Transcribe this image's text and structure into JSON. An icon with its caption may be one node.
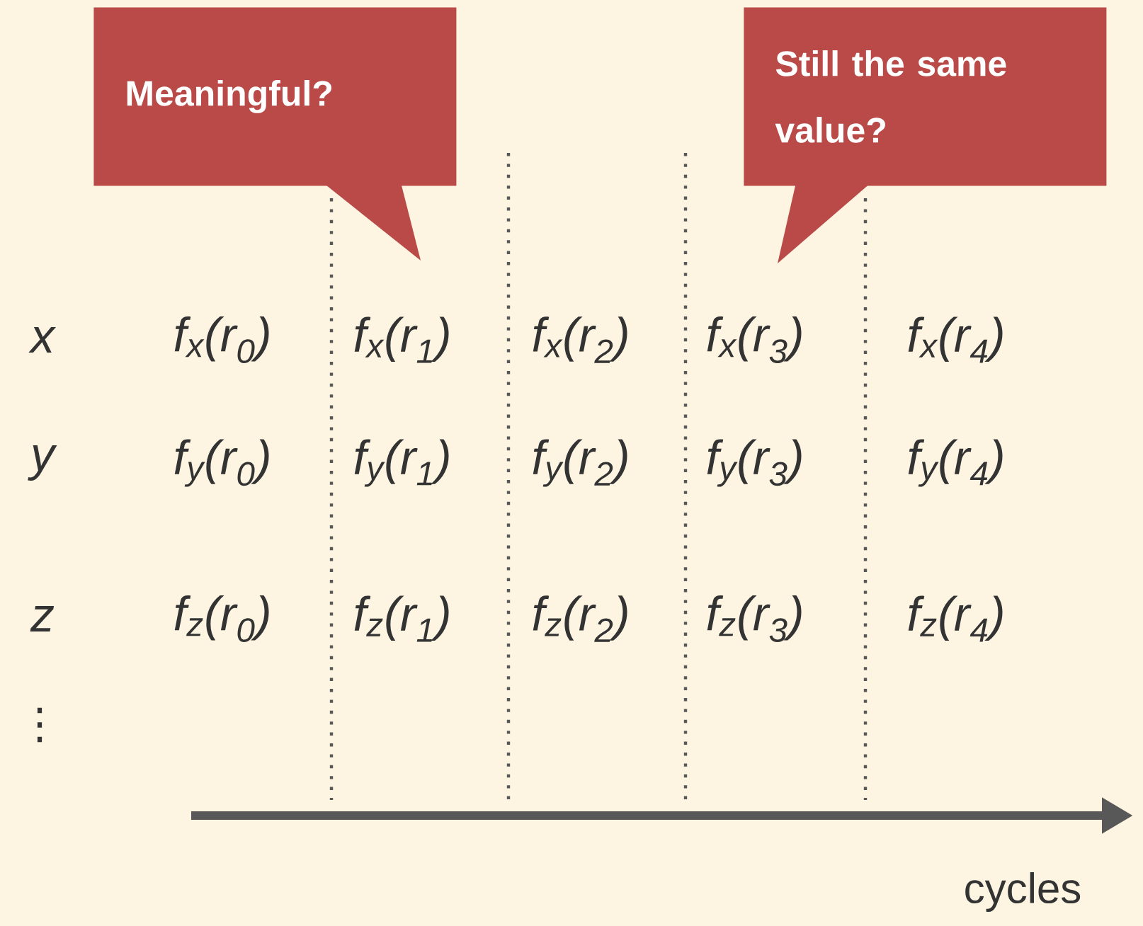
{
  "diagram": {
    "nodes": [
      {
        "text": [
          "Meaningful?"
        ]
      },
      {
        "text": [
          "Still the same value?"
        ]
      }
    ],
    "labels": [
      "x",
      "f$_{x}$(r$_{0}$)",
      "f$_{x}$(r$_{1}$)",
      "f$_{x}$(r$_{2}$)",
      "f$_{x}$(r$_{3}$)",
      "f$_{x}$(r$_{4}$)",
      "y",
      "f$_{y}$(r$_{0}$)",
      "f$_{y}$(r$_{1}$)",
      "f$_{y}$(r$_{2}$)",
      "f$_{y}$(r$_{3}$)",
      "f$_{y}$(r$_{4}$)",
      "z",
      "f$_{z}$(r$_{0}$)",
      "f$_{z}$(r$_{1}$)",
      "f$_{z}$(r$_{2}$)",
      "f$_{z}$(r$_{3}$)",
      "f$_{z}$(r$_{4}$)",
      "⋮",
      "cycles"
    ]
  }
}
